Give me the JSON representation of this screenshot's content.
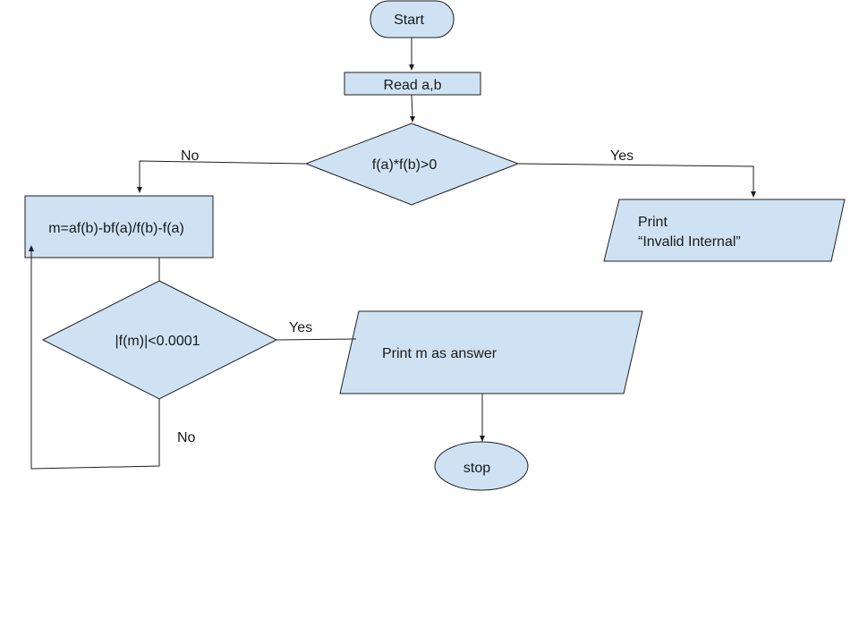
{
  "nodes": {
    "start": {
      "label": "Start"
    },
    "read": {
      "label": "Read a,b"
    },
    "check_sign": {
      "label": "f(a)*f(b)>0"
    },
    "compute_m": {
      "label": "m=af(b)-bf(a)/f(b)-f(a)"
    },
    "print_invalid": {
      "line1": "Print",
      "line2": "“Invalid Internal”"
    },
    "check_tol": {
      "label": "|f(m)|<0.0001"
    },
    "print_m": {
      "label": "Print m as answer"
    },
    "stop": {
      "label": "stop"
    }
  },
  "edges": {
    "sign_no": {
      "label": "No"
    },
    "sign_yes": {
      "label": "Yes"
    },
    "tol_yes": {
      "label": "Yes"
    },
    "tol_no": {
      "label": "No"
    }
  },
  "colors": {
    "node_fill": "#cfe2f3",
    "stroke": "#1f1f1f"
  }
}
